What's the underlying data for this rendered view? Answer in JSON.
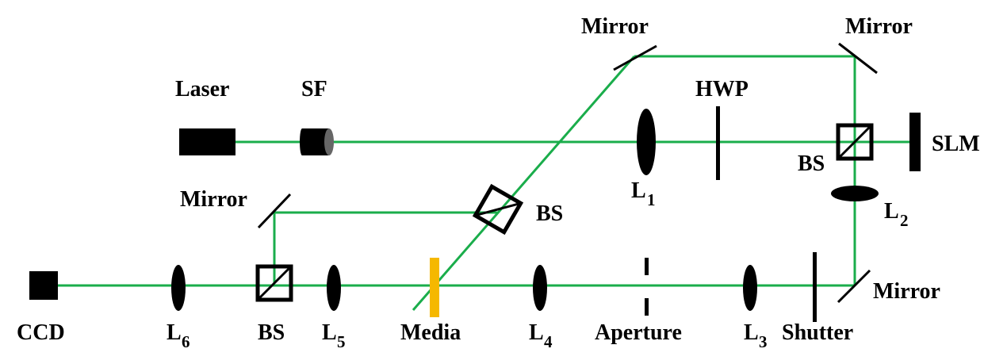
{
  "colors": {
    "beam": "#1aad4b",
    "media": "#f5b800",
    "component": "#000000"
  },
  "labels": {
    "laser": "Laser",
    "sf": "SF",
    "hwp": "HWP",
    "slm": "SLM",
    "mirror_top_left": "Mirror",
    "mirror_top_right": "Mirror",
    "mirror_left": "Mirror",
    "mirror_bottom_right": "Mirror",
    "bs_right": "BS",
    "bs_middle": "BS",
    "bs_left": "BS",
    "l1": "L",
    "l1_sub": "1",
    "l2": "L",
    "l2_sub": "2",
    "l3": "L",
    "l3_sub": "3",
    "l4": "L",
    "l4_sub": "4",
    "l5": "L",
    "l5_sub": "5",
    "l6": "L",
    "l6_sub": "6",
    "ccd": "CCD",
    "media": "Media",
    "aperture": "Aperture",
    "shutter": "Shutter"
  }
}
